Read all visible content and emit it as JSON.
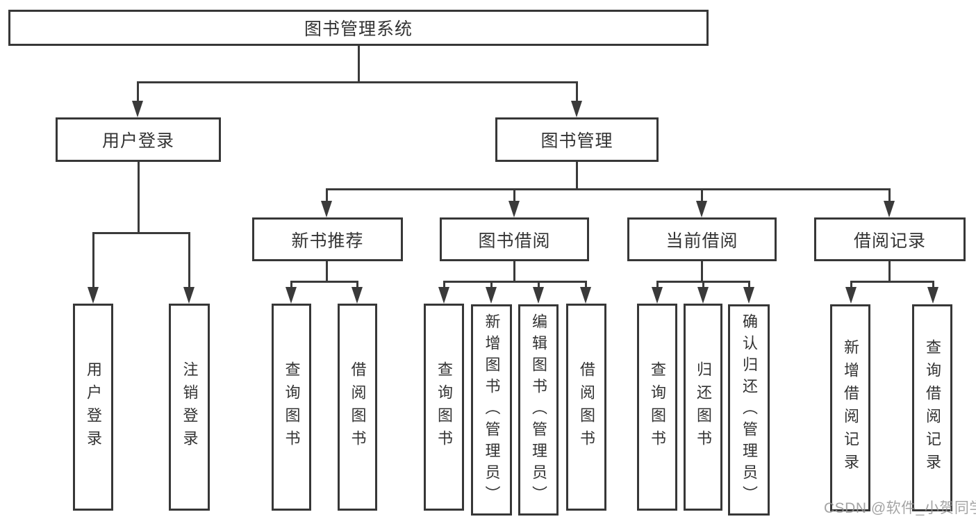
{
  "tree": {
    "root": {
      "label": "图书管理系统",
      "children": [
        {
          "label": "用户登录",
          "children": [
            {
              "label": "用户登录"
            },
            {
              "label": "注销登录"
            }
          ]
        },
        {
          "label": "图书管理",
          "children": [
            {
              "label": "新书推荐",
              "children": [
                {
                  "label": "查询图书"
                },
                {
                  "label": "借阅图书"
                }
              ]
            },
            {
              "label": "图书借阅",
              "children": [
                {
                  "label": "查询图书"
                },
                {
                  "label": "新增图书（管理员）"
                },
                {
                  "label": "编辑图书（管理员）"
                },
                {
                  "label": "借阅图书"
                }
              ]
            },
            {
              "label": "当前借阅",
              "children": [
                {
                  "label": "查询图书"
                },
                {
                  "label": "归还图书"
                },
                {
                  "label": "确认归还（管理员）"
                }
              ]
            },
            {
              "label": "借阅记录",
              "children": [
                {
                  "label": "新增借阅记录"
                },
                {
                  "label": "查询借阅记录"
                }
              ]
            }
          ]
        }
      ]
    }
  },
  "watermark": "CSDN @软件_小贺同学",
  "colors": {
    "line": "#3a3a3a",
    "text": "#333333",
    "box_border": "#373737",
    "watermark": "#949494",
    "background": "#ffffff"
  }
}
